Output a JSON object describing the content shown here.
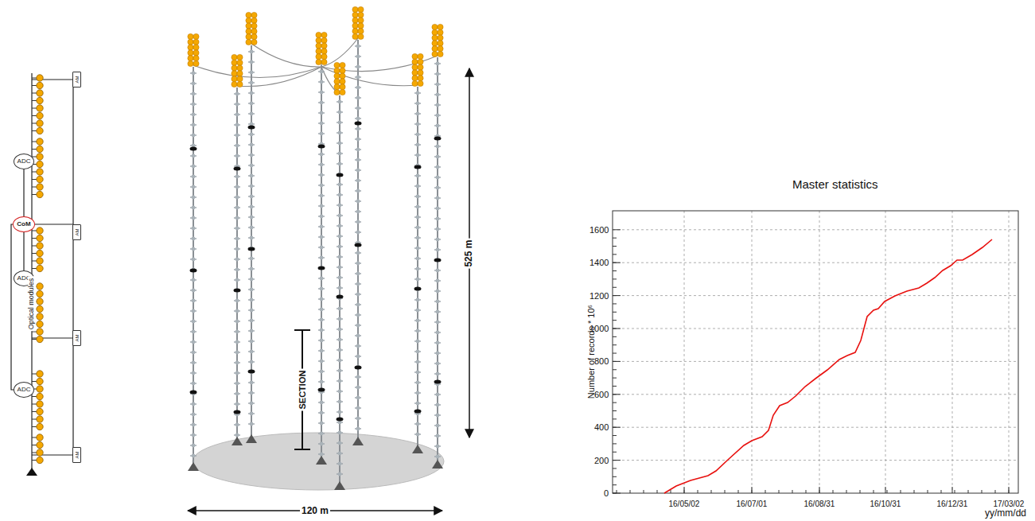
{
  "diagram": {
    "title": "Master statistics",
    "nodes": [
      {
        "text": [
          "AM"
        ]
      },
      {
        "text": [
          "ADC"
        ]
      },
      {
        "text": [
          "CoM"
        ]
      },
      {
        "text": [
          "AM"
        ]
      },
      {
        "text": [
          "ADC"
        ]
      },
      {
        "text": [
          "AM"
        ]
      },
      {
        "text": [
          "ADC"
        ]
      },
      {
        "text": [
          "AM"
        ]
      }
    ],
    "edges": [
      {
        "from": 2,
        "to": 1,
        "arrow": "none"
      },
      {
        "from": 2,
        "to": 4,
        "arrow": "none"
      },
      {
        "from": 2,
        "to": 6,
        "arrow": "none"
      }
    ],
    "labels": [
      "Optical modules",
      "SECTION",
      "525 m",
      "120 m",
      "Number of records * 10⁶",
      "0",
      "200",
      "400",
      "600",
      "800",
      "1000",
      "1200",
      "1400",
      "1600",
      "16/05/02",
      "16/07/01",
      "16/08/31",
      "16/10/31",
      "16/12/31",
      "17/03/02",
      "yy/mm/dd"
    ]
  }
}
